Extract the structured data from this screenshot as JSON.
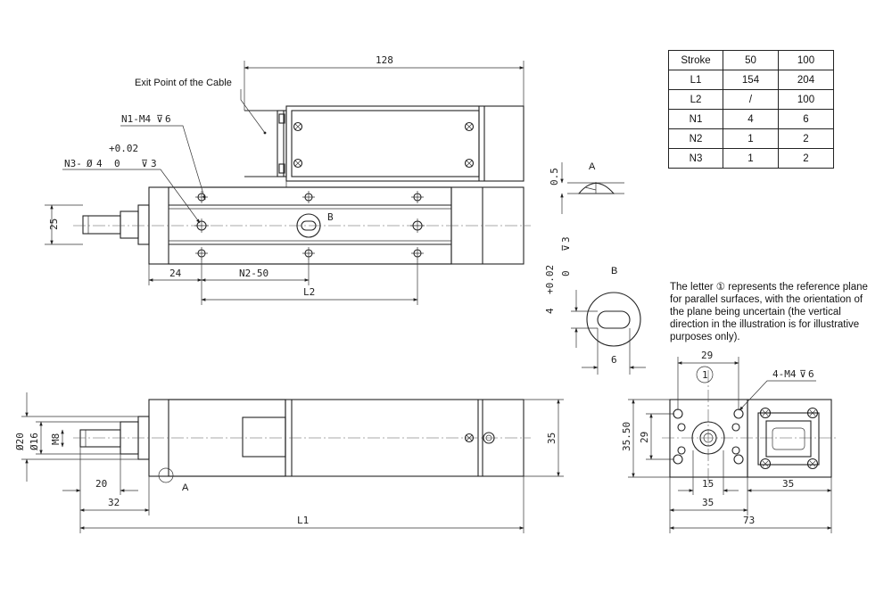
{
  "table": {
    "rows": [
      [
        "Stroke",
        "50",
        "100"
      ],
      [
        "L1",
        "154",
        "204"
      ],
      [
        "L2",
        "/",
        "100"
      ],
      [
        "N1",
        "4",
        "6"
      ],
      [
        "N2",
        "1",
        "2"
      ],
      [
        "N3",
        "1",
        "2"
      ]
    ]
  },
  "labels": {
    "exit_point": "Exit Point of the Cable",
    "n1_spec": "N1-M4",
    "n1_depth": "6",
    "n3_spec": "N3-",
    "n3_dia": "4",
    "n3_tol_up": "+0.02",
    "n3_tol_low": "0",
    "n3_depth": "3",
    "view_a": "A",
    "view_b": "B",
    "holes_4m4": "4-M4",
    "holes_4m4_depth": "6",
    "ref_circle": "1"
  },
  "dimensions": {
    "top_128": "128",
    "top_25": "25",
    "top_24": "24",
    "top_n2": "N2-50",
    "top_l2": "L2",
    "detail_a_05": "0.5",
    "detail_b_4": "4",
    "detail_b_tol_up": "+0.02",
    "detail_b_tol_low": "0",
    "detail_b_depth": "3",
    "detail_b_6": "6",
    "side_d20": "Ø20",
    "side_d16": "Ø16",
    "side_m8": "M8",
    "side_20": "20",
    "side_32": "32",
    "side_l1": "L1",
    "side_35": "35",
    "end_29_top": "29",
    "end_35_50": "35.50",
    "end_29_side": "29",
    "end_15": "15",
    "end_35_bottom": "35",
    "end_35_right": "35",
    "end_73": "73"
  },
  "note": "The letter ① represents the reference plane for parallel surfaces, with the orientation of the plane being uncertain (the vertical direction in the illustration is for illustrative purposes only)."
}
